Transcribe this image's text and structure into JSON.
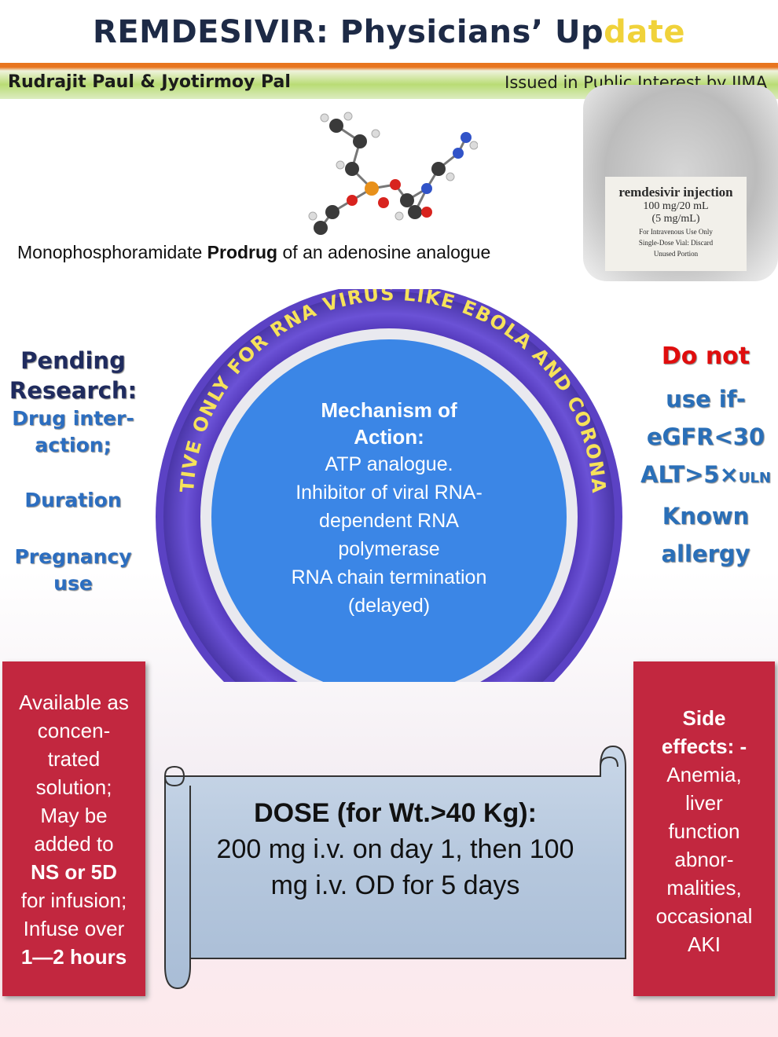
{
  "header": {
    "title_main": "REMDESIVIR: Physicians’ Up",
    "title_highlight": "date",
    "authors": "Rudrajit Paul & Jyotirmoy Pal",
    "issued": "Issued in Public Interest by JIMA"
  },
  "vial": {
    "line1": "remdesivir injection",
    "line2": "100 mg/20 mL",
    "line3": "(5 mg/mL)",
    "line4": "For Intravenous Use Only",
    "line5": "Single-Dose Vial: Discard",
    "line6": "Unused Portion"
  },
  "subtitle": {
    "pre": "Monophosphoramidate ",
    "bold": "Prodrug",
    "post": " of an adenosine analogue"
  },
  "pending": {
    "head1": "Pending",
    "head2": "Research:",
    "item1a": "Drug inter-",
    "item1b": "action;",
    "item2": "Duration",
    "item3a": "Pregnancy",
    "item3b": "use"
  },
  "contra": {
    "head": "Do not",
    "l1": "use if-",
    "l2": "eGFR<30",
    "l3a": "ALT>5×",
    "l3b": "ULN",
    "l4": "Known",
    "l5": "allergy"
  },
  "ring": {
    "arc_text": "EFFECTIVE ONLY FOR RNA VIRUS LIKE EBOLA AND CORONAVIRUS",
    "colors": {
      "outer": "#5a3fc0",
      "center": "#3b86e6"
    }
  },
  "mechanism": {
    "head1": "Mechanism of",
    "head2": "Action:",
    "l1": "ATP analogue.",
    "l2": "Inhibitor of viral RNA-",
    "l3": "dependent RNA",
    "l4": "polymerase",
    "l5": "RNA chain termination",
    "l6": "(delayed)"
  },
  "availability": {
    "l1": "Available as",
    "l2": "concen-",
    "l3": "trated",
    "l4": "solution;",
    "l5": "May be",
    "l6": "added to",
    "l7": "NS or 5D",
    "l8": "for infusion;",
    "l9": "Infuse over",
    "l10": "1—2 hours"
  },
  "side_effects": {
    "head1": "Side",
    "head2": "effects: -",
    "l1": "Anemia,",
    "l2": "liver",
    "l3": "function",
    "l4": "abnor-",
    "l5": "malities,",
    "l6": "occasional",
    "l7": "AKI"
  },
  "dose": {
    "head": "DOSE (for Wt.>40 Kg):",
    "l1": "200 mg i.v. on day 1, then 100",
    "l2": "mg i.v. OD for 5 days"
  },
  "palette": {
    "panel_red": "#c2273f",
    "title_navy": "#1d2a46",
    "contra_red": "#e00d0d",
    "blue_text": "#2a6fb8"
  }
}
